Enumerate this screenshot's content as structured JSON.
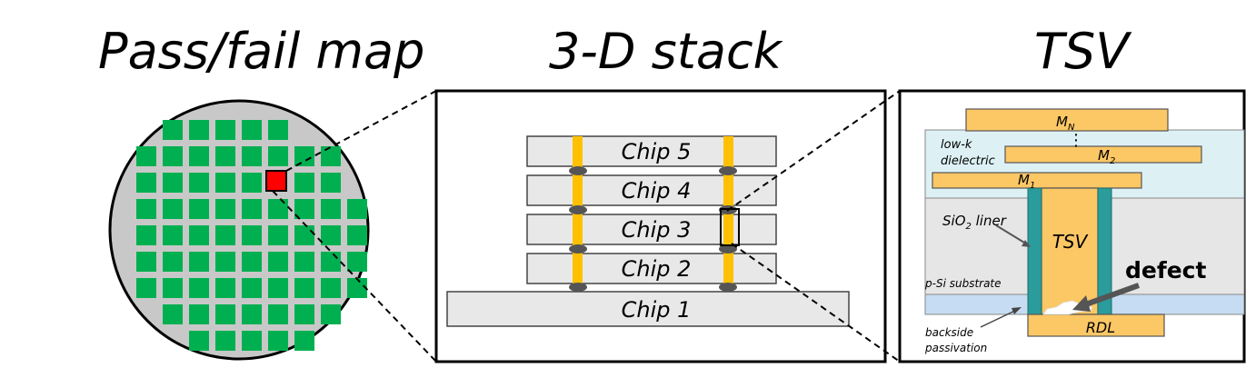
{
  "titles": {
    "wafer": "Pass/fail map",
    "stack": "3-D stack",
    "tsv": "TSV"
  },
  "stack": {
    "chips": [
      "Chip 5",
      "Chip 4",
      "Chip 3",
      "Chip 2",
      "Chip 1"
    ]
  },
  "tsv_detail": {
    "metal_top": "M",
    "metal_top_sub": "N",
    "metal_mid": "M",
    "metal_mid_sub": "2",
    "metal_low": "M",
    "metal_low_sub": "1",
    "ellipsis": "⋮",
    "dielectric_line1": "low-k",
    "dielectric_line2": "dielectric",
    "liner_prefix": "SiO",
    "liner_sub": "2",
    "liner_suffix": " liner",
    "tsv_label": "TSV",
    "substrate_label": "p-Si substrate",
    "defect_label": "defect",
    "rdl_label": "RDL",
    "passivation_line1": "backside",
    "passivation_line2": "passivation"
  },
  "colors": {
    "pass_die": "#00b050",
    "fail_die": "#ff0000",
    "wafer": "#c8c8c8",
    "chip_fill": "#e8e8e8",
    "tsv_via": "#ffc000",
    "bump": "#555555",
    "metal": "#fcc765",
    "liner": "#2b9c9c",
    "dielectric": "#ddf1f5",
    "substrate": "#e6e6e6",
    "passivation": "#c6dcf2"
  }
}
